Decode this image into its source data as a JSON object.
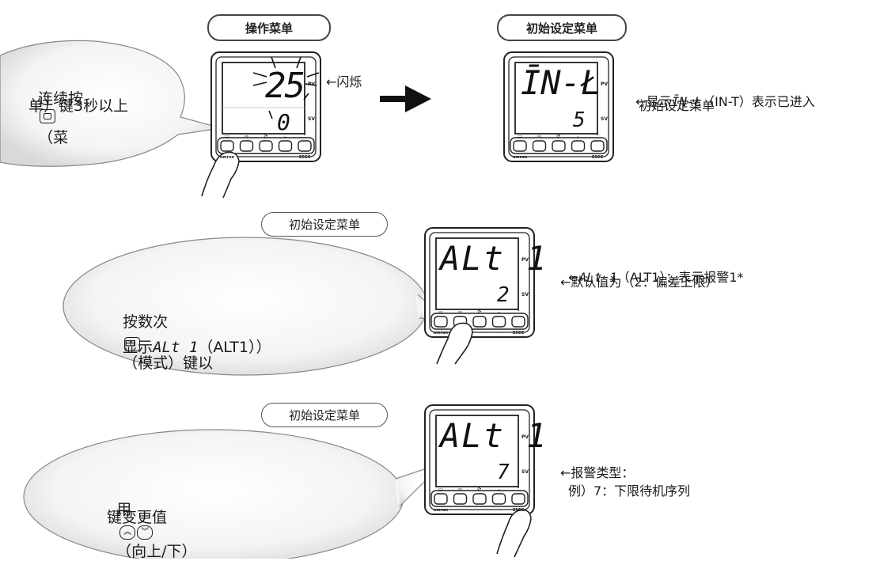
{
  "titles": {
    "operation_menu": "操作菜单",
    "initial_menu_top": "初始设定菜单",
    "initial_menu_mid": "初始设定菜单",
    "initial_menu_bot": "初始设定菜单"
  },
  "step1": {
    "bubble_line1_pre": "连续按",
    "bubble_line1_post": "（菜",
    "bubble_line2": "单）键3秒以上",
    "flash_note": "←闪烁",
    "display_pv": "25",
    "display_sv": "0"
  },
  "step2": {
    "note_line1_pre": "←显示",
    "note_line1_code": "ĪN-Ł",
    "note_line1_post": "（IN-T）表示已进入",
    "note_line2": "初始设定菜单",
    "display_pv": "ĪN-Ł",
    "display_sv": "5"
  },
  "step3": {
    "bubble_line1_pre": "按数次",
    "bubble_line1_post": "（模式）键以",
    "bubble_line2_pre": "显示",
    "bubble_line2_code": "ALt 1",
    "bubble_line2_post": "（ALT1））",
    "note_line1_pre": "←",
    "note_line1_code": "ALt 1",
    "note_line1_post": "（ALT1）：表示报警1*",
    "note_line2": "←默认值为（2：偏差上限）",
    "display_pv": "ALt 1",
    "display_sv": "2"
  },
  "step4": {
    "bubble_line1_pre": "用",
    "bubble_line1_post": "（向上/下）",
    "bubble_line2": "键变更值",
    "note_line1": "←报警类型：",
    "note_line2": "例）7：下限待机序列",
    "display_pv": "ALt 1",
    "display_sv": "7"
  },
  "device": {
    "pv_label": "PV",
    "sv_label": "SV",
    "brand": "omron",
    "model": "E5CC"
  }
}
